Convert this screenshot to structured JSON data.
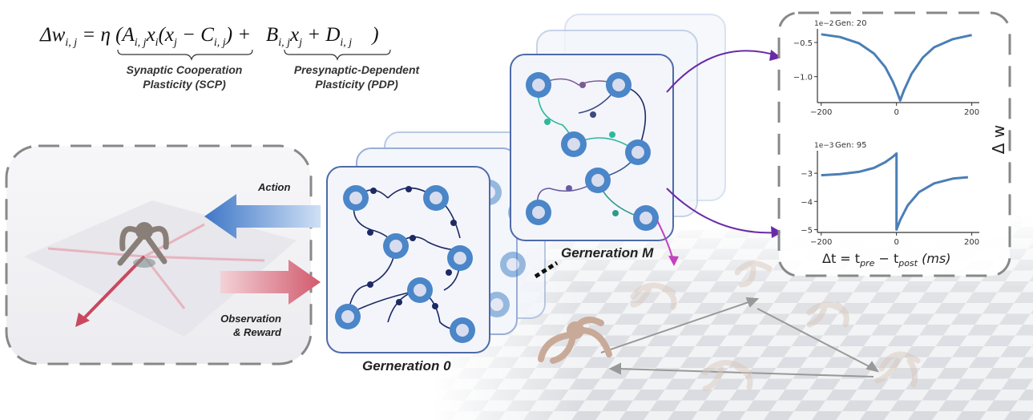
{
  "formula": {
    "lhs": "Δw",
    "lhs_sub": "i, j",
    "eq_text": "= η (",
    "scp_term": "A",
    "scp_term_rest": "x",
    "pdp_term": "B",
    "close": ")",
    "scp_label_1": "Synaptic Cooperation",
    "scp_label_2": "Plasticity (SCP)",
    "pdp_label_1": "Presynaptic-Dependent",
    "pdp_label_2": "Plasticity (PDP)"
  },
  "labels": {
    "action": "Action",
    "observation_1": "Observation",
    "observation_2": "& Reward",
    "generation_0": "Gerneration 0",
    "generation_m": "Gerneration M"
  },
  "colors": {
    "neuron": "#4a86c8",
    "neuron_core": "#d8dcef",
    "synapse_dark": "#1d2a63",
    "action_arrow": "#4f86cf",
    "obs_arrow": "#d9707e",
    "plot_line": "#4a7fb5",
    "purple_arrow": "#6a2aa8",
    "magenta_arrow": "#c540c0"
  },
  "chart_data": [
    {
      "type": "line",
      "title": "Gen: 20",
      "scale_label": "1e−2",
      "x": [
        -200,
        -150,
        -100,
        -60,
        -30,
        -10,
        0,
        10,
        20,
        40,
        70,
        100,
        150,
        200
      ],
      "y": [
        -0.38,
        -0.42,
        -0.51,
        -0.66,
        -0.86,
        -1.07,
        -1.2,
        -1.35,
        -1.2,
        -0.96,
        -0.72,
        -0.57,
        -0.45,
        -0.39
      ],
      "xlim": [
        -210,
        220
      ],
      "ylim": [
        -1.38,
        -0.3
      ],
      "xticks": [
        -200,
        0,
        200
      ],
      "xtick_labels": [
        "−200",
        "0",
        "200"
      ],
      "yticks": [
        -0.5,
        -1.0
      ],
      "ytick_labels": [
        "−0.5",
        "−1.0"
      ]
    },
    {
      "type": "line",
      "title": "Gen: 95",
      "scale_label": "1e−3",
      "x": [
        -200,
        -150,
        -100,
        -60,
        -30,
        -10,
        0,
        0,
        10,
        30,
        60,
        100,
        150,
        190
      ],
      "y": [
        -3.07,
        -3.03,
        -2.95,
        -2.81,
        -2.61,
        -2.42,
        -2.3,
        -5.0,
        -4.66,
        -4.14,
        -3.67,
        -3.36,
        -3.19,
        -3.14
      ],
      "xlim": [
        -210,
        220
      ],
      "ylim": [
        -5.1,
        -2.2
      ],
      "xticks": [
        -200,
        0,
        200
      ],
      "xtick_labels": [
        "−200",
        "0",
        "200"
      ],
      "yticks": [
        -3,
        -4,
        -5
      ],
      "ytick_labels": [
        "−3",
        "−4",
        "−5"
      ]
    }
  ],
  "plot_axes": {
    "ylabel": "Δ w",
    "xlabel": "Δt = t",
    "xlabel_pre": "pre",
    "xlabel_minus": " − t",
    "xlabel_post": "post",
    "xlabel_unit": " (ms)"
  }
}
